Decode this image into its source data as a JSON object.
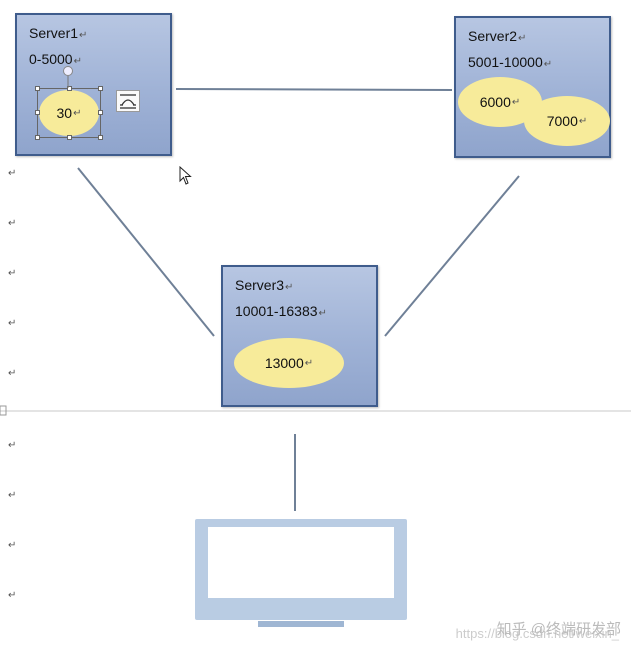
{
  "servers": [
    {
      "name": "Server1",
      "range": "0-5000",
      "slots": [
        "30"
      ]
    },
    {
      "name": "Server2",
      "range": "5001-10000",
      "slots": [
        "6000",
        "7000"
      ]
    },
    {
      "name": "Server3",
      "range": "10001-16383",
      "slots": [
        "13000"
      ]
    }
  ],
  "watermark": {
    "site": "知乎 @终端研发部",
    "url": "https://blog.csdn.net/weixin_"
  },
  "colors": {
    "server_fill": "#a9badb",
    "server_border": "#3f5c8c",
    "slot_fill": "#f7eb9a",
    "link": "#6f8097",
    "monitor": "#b9cce3"
  },
  "icons": [
    "rotate-handle-icon",
    "layout-options-icon",
    "mouse-pointer-icon",
    "paragraph-mark-icon"
  ]
}
